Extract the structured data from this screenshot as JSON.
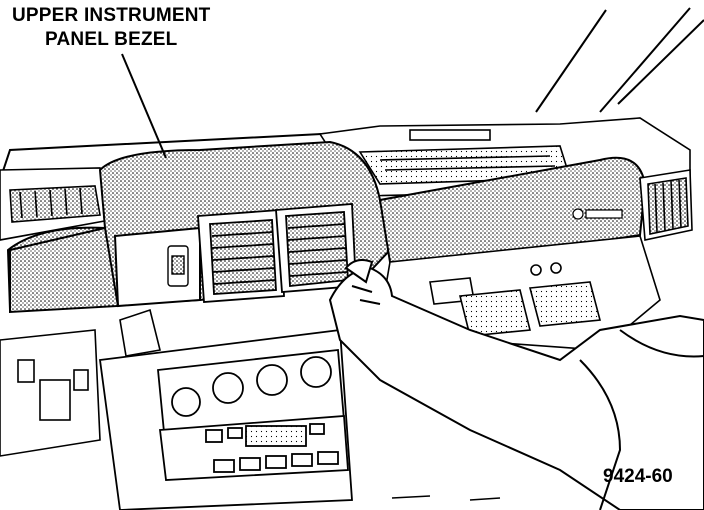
{
  "callout": {
    "line1": "UPPER INSTRUMENT",
    "line2": "PANEL BEZEL"
  },
  "figure_number": "9424-60",
  "colors": {
    "ink": "#000000",
    "paper": "#ffffff",
    "shade": "#9a9a9a"
  }
}
